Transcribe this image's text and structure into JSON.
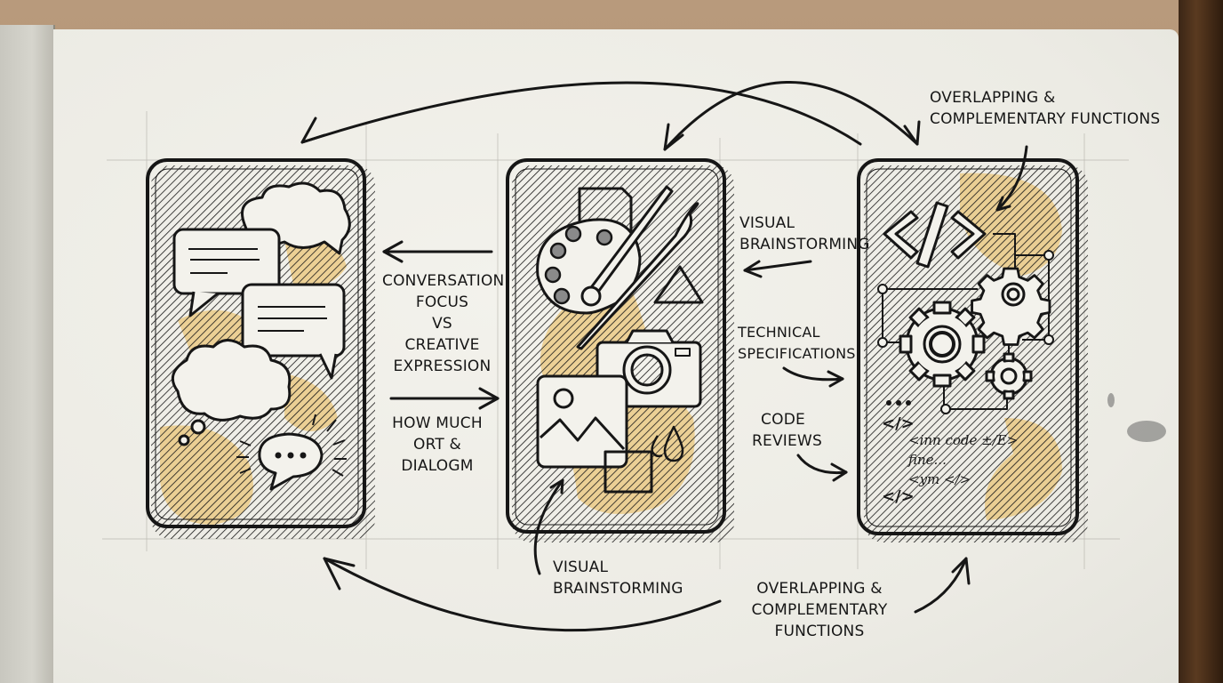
{
  "scene": {
    "title": "Hand-drawn notebook sketch comparing three AI assistant panels",
    "colors": {
      "paper": "#efeee8",
      "ink": "#161616",
      "watercolor": "#e8b650",
      "wood": "#a88766"
    }
  },
  "panels": [
    {
      "id": "conversation",
      "icons": [
        "speech-bubble-icon",
        "thought-cloud-icon",
        "speech-bubble-icon",
        "thought-cloud-icon",
        "typing-bubble-icon"
      ]
    },
    {
      "id": "creative",
      "icons": [
        "palette-icon",
        "paintbrush-icon",
        "camera-icon",
        "image-icon",
        "mountain-icon",
        "droplet-icon"
      ]
    },
    {
      "id": "technical",
      "icons": [
        "code-brackets-icon",
        "gear-icon",
        "gear-icon",
        "gear-icon"
      ],
      "code_lines": [
        "...",
        "</>",
        "<inn code ±/E>",
        "fine...",
        "<ym </>",
        "</>"
      ]
    }
  ],
  "labels": {
    "top_right": [
      "Overlapping &",
      "Complementary Functions"
    ],
    "mid_left": [
      "Conversation",
      "Focus",
      "vs",
      "Creative",
      "Expression"
    ],
    "mid_left_lower": [
      "How much",
      "ort &",
      "dialogm"
    ],
    "right_top": [
      "Visual",
      "Brainstorming"
    ],
    "right_mid": [
      "Technical",
      "Specifications"
    ],
    "right_low": [
      "Code",
      "Reviews"
    ],
    "bottom_center": [
      "Visual",
      "Brainstorming"
    ],
    "bottom_right": [
      "Overlapping &",
      "Complementary",
      "Functions"
    ]
  }
}
